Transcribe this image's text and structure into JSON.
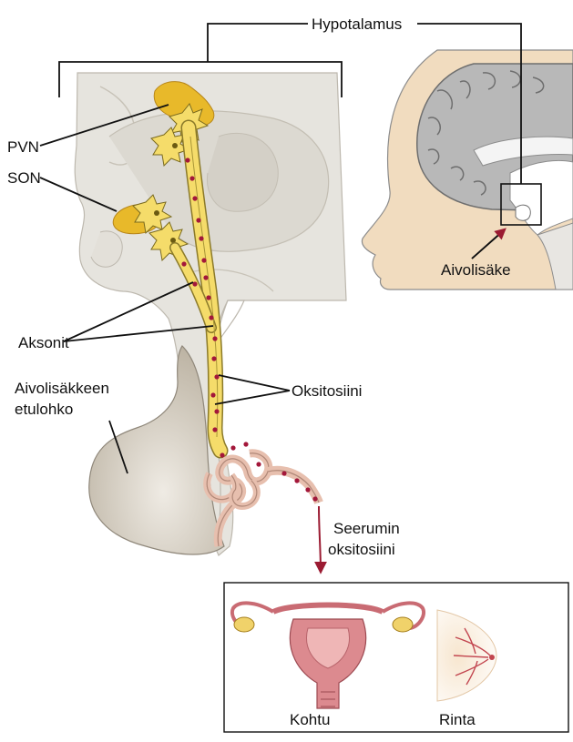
{
  "labels": {
    "hypothalamus": "Hypotalamus",
    "pvn": "PVN",
    "son": "SON",
    "axons": "Aksonit",
    "anterior_line1": "Aivolisäkkeen",
    "anterior_line2": "etulohko",
    "oxytocin": "Oksitosiini",
    "pituitary": "Aivolisäke",
    "serum_line1": "Seerumin",
    "serum_line2": "oksitosiini",
    "uterus": "Kohtu",
    "breast": "Rinta"
  },
  "colors": {
    "nucleus_gold": "#e8b92a",
    "axon_yellow": "#f5dc6a",
    "granule_red": "#a3173a",
    "arrow_red": "#9b1b32",
    "brain_tissue": "#e6e4de",
    "anterior_lobe": "#c9c1b2",
    "skin": "#f1dcbf",
    "cortex": "#8c8c8c",
    "capillary": "#e7bfae",
    "uterus_pink": "#dc8a8f"
  }
}
